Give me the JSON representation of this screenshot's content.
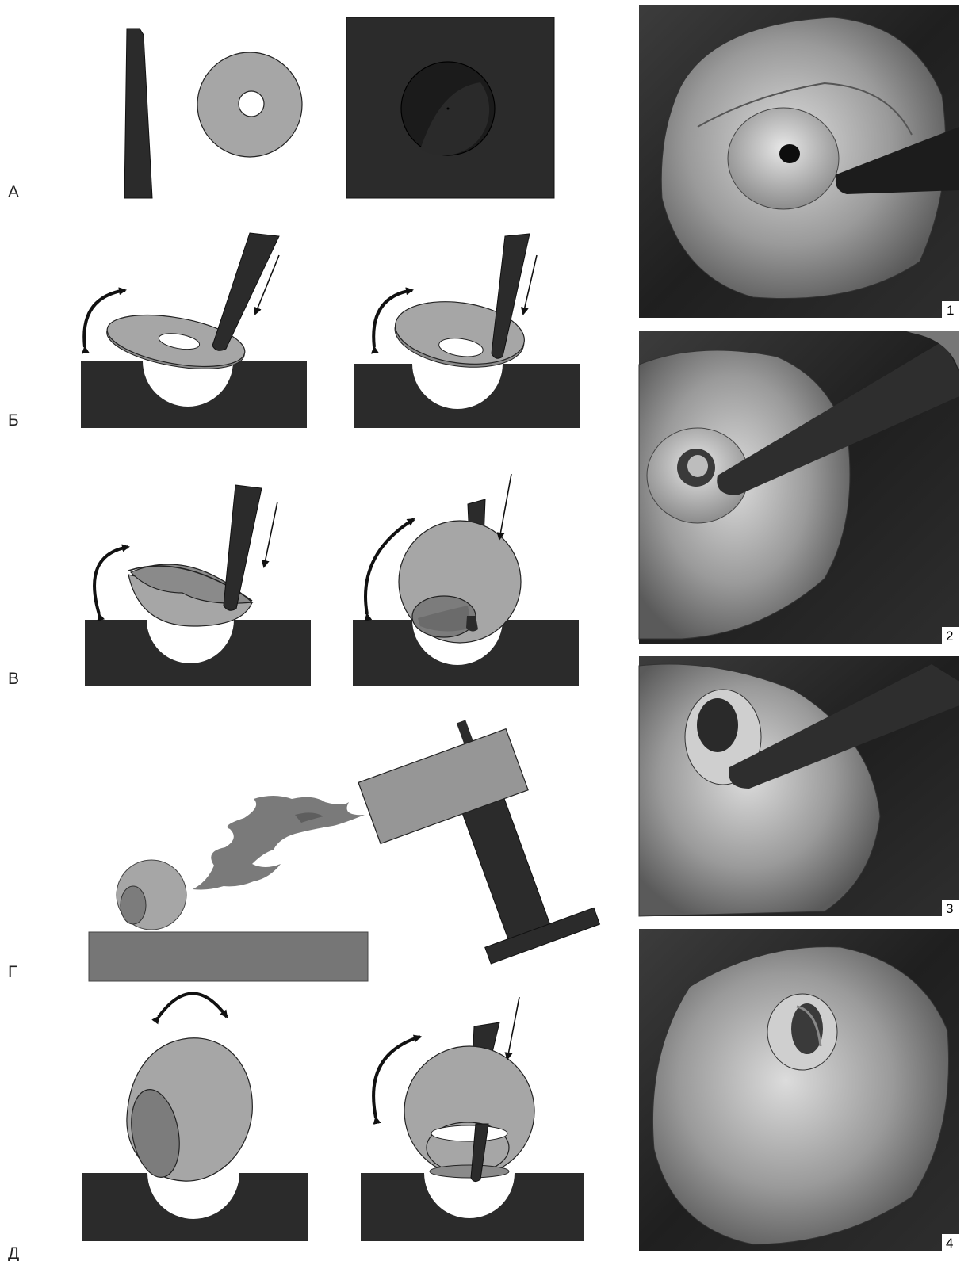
{
  "rows": [
    {
      "label": "А"
    },
    {
      "label": "Б"
    },
    {
      "label": "В"
    },
    {
      "label": "Г"
    },
    {
      "label": "Д"
    }
  ],
  "photos": [
    {
      "number": "1"
    },
    {
      "number": "2"
    },
    {
      "number": "3"
    },
    {
      "number": "4"
    }
  ],
  "colors": {
    "metal": "#a6a6a6",
    "dark": "#2b2b2b",
    "hole": "#ffffff",
    "inner": "#7c7c7c",
    "flame": "#7a7a7a",
    "torch_head": "#969696",
    "table": "#767676"
  }
}
